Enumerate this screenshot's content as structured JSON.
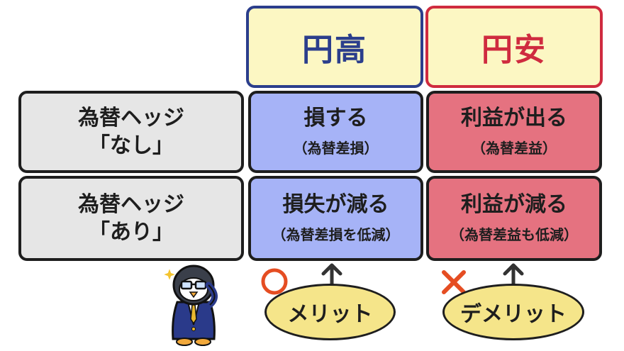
{
  "columns": {
    "high": "円高",
    "low": "円安"
  },
  "rows": [
    {
      "label_line1": "為替ヘッジ",
      "label_line2": "「なし」",
      "high_main": "損する",
      "high_sub": "（為替差損）",
      "low_main": "利益が出る",
      "low_sub": "（為替差益）"
    },
    {
      "label_line1": "為替ヘッジ",
      "label_line2": "「あり」",
      "high_main": "損失が減る",
      "high_sub": "（為替差損を低減）",
      "low_main": "利益が減る",
      "low_sub": "（為替差益も低減）"
    }
  ],
  "labels": {
    "merit": "メリット",
    "demerit": "デメリット"
  },
  "icons": {
    "merit_mark": "circle-icon",
    "demerit_mark": "cross-icon",
    "arrow": "up-arrow-icon",
    "character": "penguin-businessman"
  },
  "colors": {
    "high_accent": "#2b3e8c",
    "low_accent": "#cf2b3f",
    "header_bg": "#fcf7c3",
    "high_cell_bg": "#a6b3f7",
    "low_cell_bg": "#e57280",
    "row_header_bg": "#e6e6e6",
    "ellipse_bg": "#f5e58a",
    "mark_color": "#e54d22"
  }
}
